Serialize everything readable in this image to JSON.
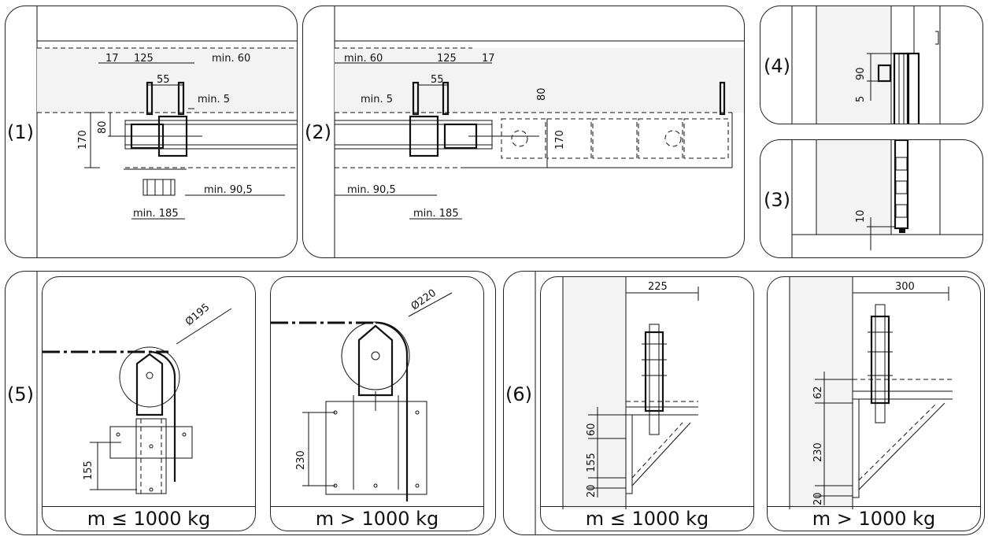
{
  "panels": {
    "p1": {
      "label": "(1)",
      "dims": [
        "17",
        "125",
        "min. 60",
        "55",
        "min. 5",
        "80",
        "170",
        "min. 90,5",
        "min. 185"
      ]
    },
    "p2": {
      "label": "(2)",
      "dims": [
        "min. 60",
        "125",
        "17",
        "55",
        "min. 5",
        "80",
        "170",
        "min. 90,5",
        "min. 185"
      ]
    },
    "p4": {
      "label": "(4)",
      "dims": [
        "90",
        "5"
      ]
    },
    "p3": {
      "label": "(3)",
      "dims": [
        "10"
      ]
    },
    "p5": {
      "label": "(5)",
      "left": {
        "caption": "m ≤ 1000 kg",
        "diameter": "Ø195",
        "dim": "155"
      },
      "right": {
        "caption": "m > 1000 kg",
        "diameter": "Ø220",
        "dim": "230"
      }
    },
    "p6": {
      "label": "(6)",
      "left": {
        "caption": "m ≤ 1000 kg",
        "width": "225",
        "dims": [
          "60",
          "155",
          "20"
        ]
      },
      "right": {
        "caption": "m > 1000 kg",
        "width": "300",
        "dims": [
          "62",
          "230",
          "20"
        ]
      }
    }
  }
}
